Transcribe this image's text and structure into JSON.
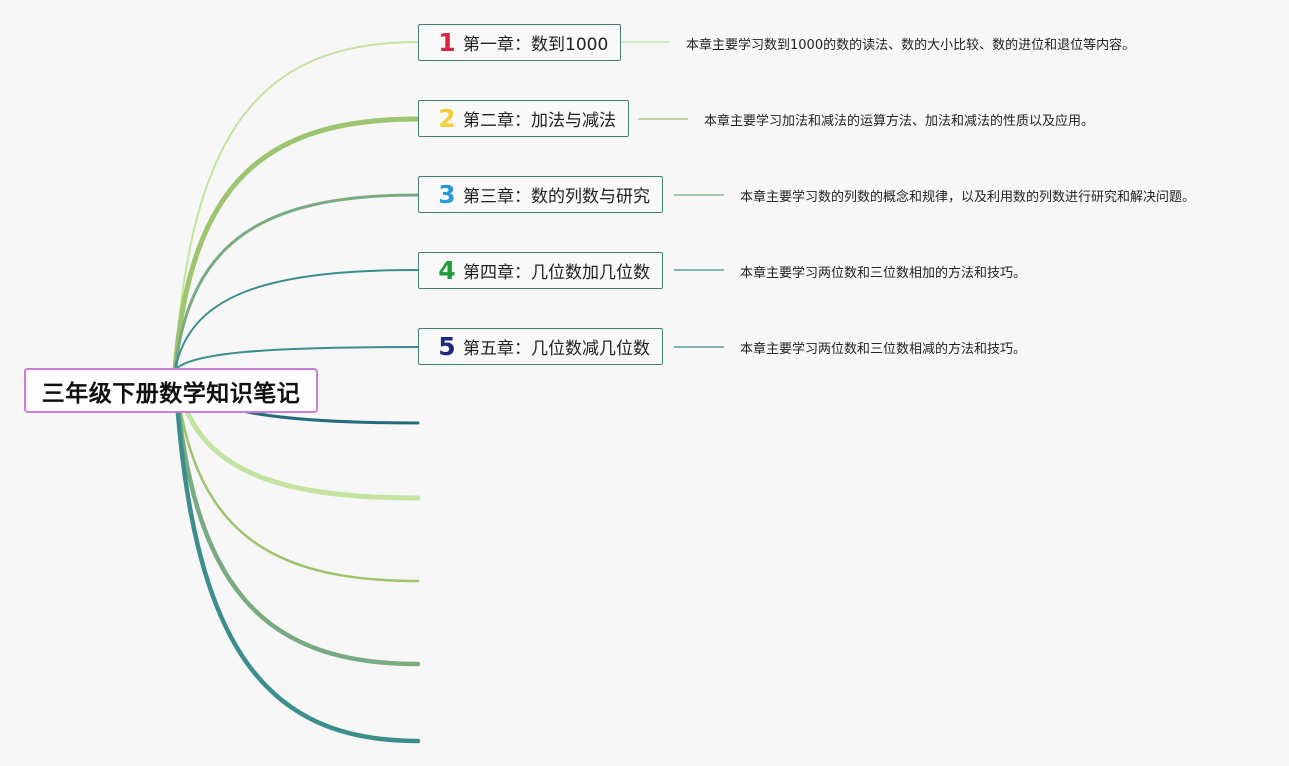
{
  "root": {
    "label": "三年级下册数学知识笔记"
  },
  "chapters": [
    {
      "marker": "1",
      "marker_color": "#d7263d",
      "title": "第一章：数到1000",
      "note": "本章主要学习数到1000的数的读法、数的大小比较、数的进位和退位等内容。"
    },
    {
      "marker": "2",
      "marker_color": "#f3cf3c",
      "title": "第二章：加法与减法",
      "note": "本章主要学习加法和减法的运算方法、加法和减法的性质以及应用。"
    },
    {
      "marker": "3",
      "marker_color": "#2a9ad8",
      "title": "第三章：数的列数与研究",
      "note": "本章主要学习数的列数的概念和规律，以及利用数的列数进行研究和解决问题。"
    },
    {
      "marker": "4",
      "marker_color": "#1f9e3a",
      "title": "第四章：几位数加几位数",
      "note": "本章主要学习两位数和三位数相加的方法和技巧。"
    },
    {
      "marker": "5",
      "marker_color": "#1b2a7a",
      "title": "第五章：几位数减几位数",
      "note": "本章主要学习两位数和三位数相减的方法和技巧。"
    }
  ],
  "palette": {
    "root_border": "#c97fd6",
    "topic_border": "#3f7f76",
    "branch_colors": [
      "#c3e3a0",
      "#9dc46e",
      "#79ab82",
      "#3b8e8c",
      "#3b8e8c",
      "#246c7a",
      "#c3e3a0",
      "#9dc46e",
      "#79ab82",
      "#3b8e8c"
    ]
  }
}
